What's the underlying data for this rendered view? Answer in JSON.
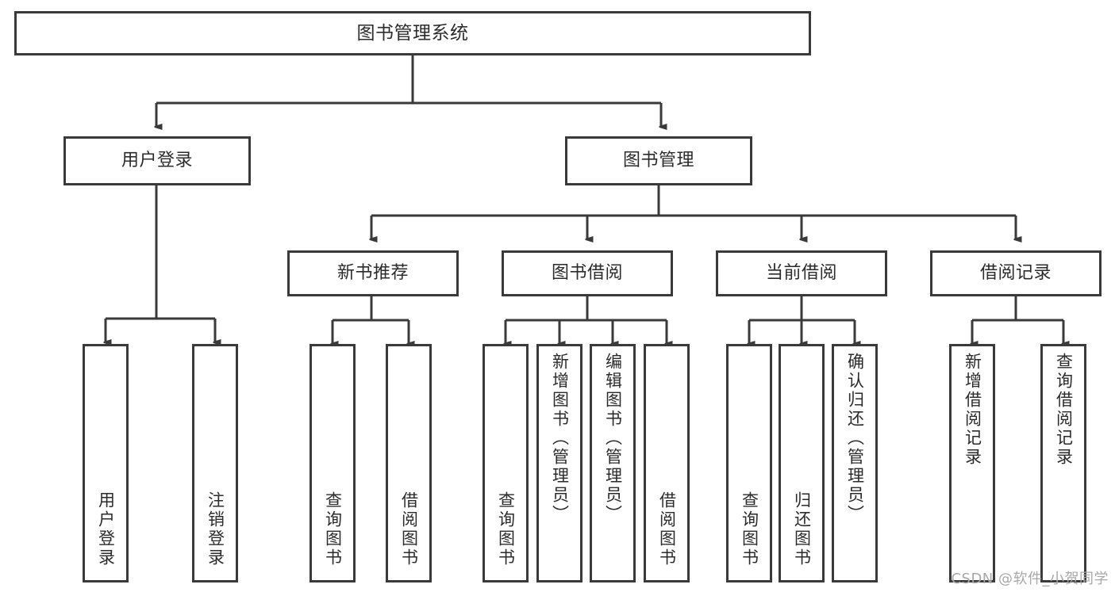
{
  "diagram": {
    "type": "tree-hierarchy",
    "title": "图书管理系统",
    "style": {
      "background": "#ffffff",
      "box_border": "#3a3a3a",
      "box_fill": "#ffffff",
      "text": "#2b2b2b",
      "connector": "#3a3a3a",
      "watermark": "#a8a8a8"
    },
    "nodes": {
      "root": {
        "label": "图书管理系统"
      },
      "level1": [
        {
          "id": "user-login",
          "label": "用户登录"
        },
        {
          "id": "book-management",
          "label": "图书管理"
        }
      ],
      "level2": [
        {
          "id": "new-book-recommend",
          "label": "新书推荐"
        },
        {
          "id": "book-borrow",
          "label": "图书借阅"
        },
        {
          "id": "current-borrow",
          "label": "当前借阅"
        },
        {
          "id": "borrow-record",
          "label": "借阅记录"
        }
      ],
      "leaves": {
        "user-login": [
          {
            "id": "leaf-user-login",
            "label": "用户登录"
          },
          {
            "id": "leaf-logout-login",
            "label": "注销登录"
          }
        ],
        "new-book-recommend": [
          {
            "id": "leaf-query-book-1",
            "label": "查询图书"
          },
          {
            "id": "leaf-borrow-book-1",
            "label": "借阅图书"
          }
        ],
        "book-borrow": [
          {
            "id": "leaf-query-book-2",
            "label": "查询图书"
          },
          {
            "id": "leaf-add-book-admin",
            "label": "新增图书（管理员）"
          },
          {
            "id": "leaf-edit-book-admin",
            "label": "编辑图书（管理员）"
          },
          {
            "id": "leaf-borrow-book-2",
            "label": "借阅图书"
          }
        ],
        "current-borrow": [
          {
            "id": "leaf-query-book-3",
            "label": "查询图书"
          },
          {
            "id": "leaf-return-book",
            "label": "归还图书"
          },
          {
            "id": "leaf-confirm-return-admin",
            "label": "确认归还（管理员）"
          }
        ],
        "borrow-record": [
          {
            "id": "leaf-add-borrow-record",
            "label": "新增借阅记录"
          },
          {
            "id": "leaf-query-borrow-record",
            "label": "查询借阅记录"
          }
        ]
      }
    },
    "watermark": "CSDN @软件_小贺同学"
  }
}
